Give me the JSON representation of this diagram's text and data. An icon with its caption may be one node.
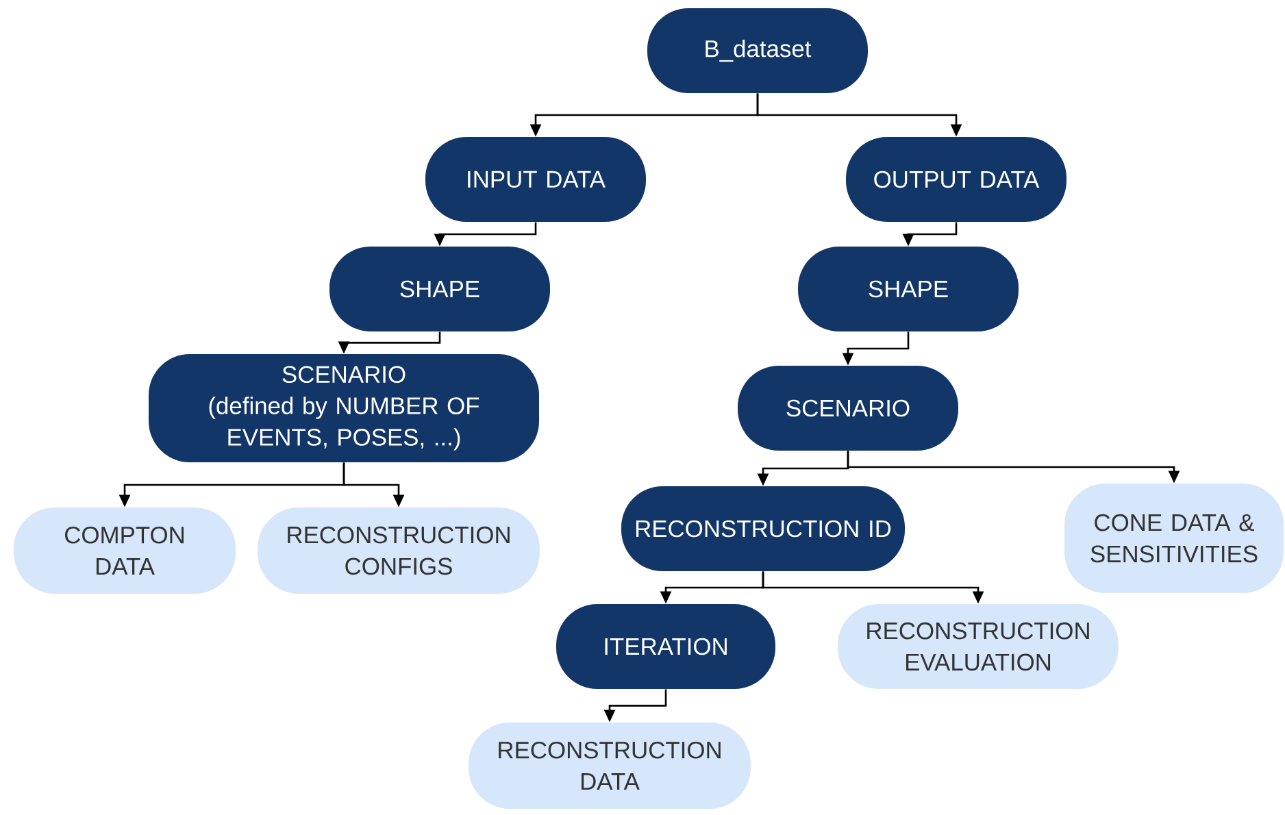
{
  "diagram": {
    "nodes": [
      {
        "text": [
          "B_dataset"
        ]
      },
      {
        "text": [
          "INPUT DATA"
        ]
      },
      {
        "text": [
          "OUTPUT DATA"
        ]
      },
      {
        "text": [
          "SHAPE"
        ]
      },
      {
        "text": [
          "SHAPE"
        ]
      },
      {
        "text": [
          "SCENARIO",
          "(defined by NUMBER OF EVENTS, POSES, ...)"
        ]
      },
      {
        "text": [
          "SCENARIO"
        ]
      },
      {
        "text": [
          "COMPTON DATA"
        ]
      },
      {
        "text": [
          "RECONSTRUCTION CONFIGS"
        ]
      },
      {
        "text": [
          "RECONSTRUCTION ID"
        ]
      },
      {
        "text": [
          "CONE DATA & SENSITIVITIES"
        ]
      },
      {
        "text": [
          "ITERATION"
        ]
      },
      {
        "text": [
          "RECONSTRUCTION EVALUATION"
        ]
      },
      {
        "text": [
          "RECONSTRUCTION DATA"
        ]
      }
    ],
    "edges": [
      {
        "from": 0,
        "to": 1,
        "arrow": "to"
      },
      {
        "from": 0,
        "to": 2,
        "arrow": "to"
      },
      {
        "from": 1,
        "to": 3,
        "arrow": "to"
      },
      {
        "from": 2,
        "to": 4,
        "arrow": "to"
      },
      {
        "from": 3,
        "to": 5,
        "arrow": "to"
      },
      {
        "from": 4,
        "to": 6,
        "arrow": "to"
      },
      {
        "from": 5,
        "to": 7,
        "arrow": "to"
      },
      {
        "from": 5,
        "to": 8,
        "arrow": "to"
      },
      {
        "from": 6,
        "to": 9,
        "arrow": "to"
      },
      {
        "from": 6,
        "to": 10,
        "arrow": "to"
      },
      {
        "from": 9,
        "to": 11,
        "arrow": "to"
      },
      {
        "from": 9,
        "to": 12,
        "arrow": "to"
      },
      {
        "from": 11,
        "to": 13,
        "arrow": "to"
      }
    ]
  }
}
